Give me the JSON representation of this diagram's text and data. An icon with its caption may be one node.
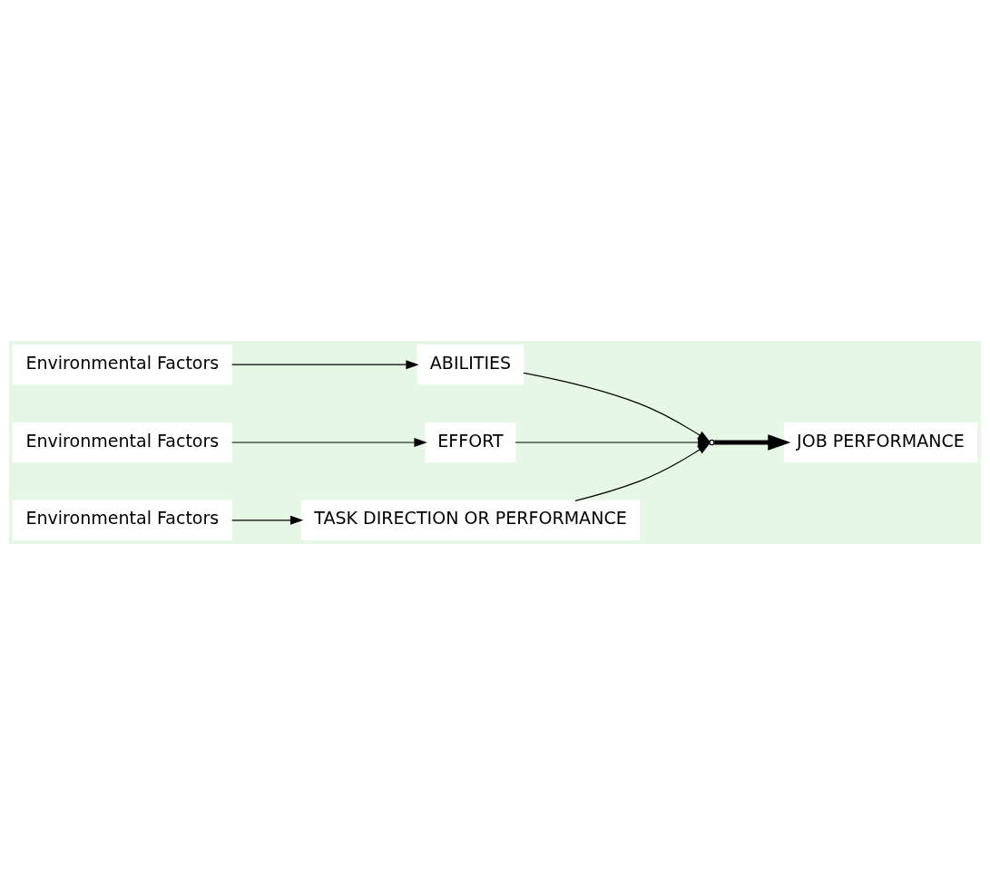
{
  "diagram": {
    "nodes": [
      {
        "text": [
          "Environmental Factors"
        ]
      },
      {
        "text": [
          "ABILITIES"
        ]
      },
      {
        "text": [
          "Environmental Factors"
        ]
      },
      {
        "text": [
          "EFFORT"
        ]
      },
      {
        "text": [],
        "shape": "point"
      },
      {
        "text": [
          "JOB PERFORMANCE"
        ]
      },
      {
        "text": [
          "TASK DIRECTION OR PERFORMANCE"
        ]
      },
      {
        "text": [
          "Environmental Factors"
        ]
      }
    ],
    "edges": [
      {
        "from": 0,
        "to": 1,
        "arrow": "to"
      },
      {
        "from": 1,
        "to": 4,
        "arrow": "to"
      },
      {
        "from": 2,
        "to": 3,
        "arrow": "to"
      },
      {
        "from": 3,
        "to": 4,
        "arrow": "to"
      },
      {
        "from": 4,
        "to": 5,
        "arrow": "to",
        "style": "thick"
      },
      {
        "from": 7,
        "to": 6,
        "arrow": "to"
      },
      {
        "from": 6,
        "to": 4,
        "arrow": "to"
      }
    ]
  }
}
